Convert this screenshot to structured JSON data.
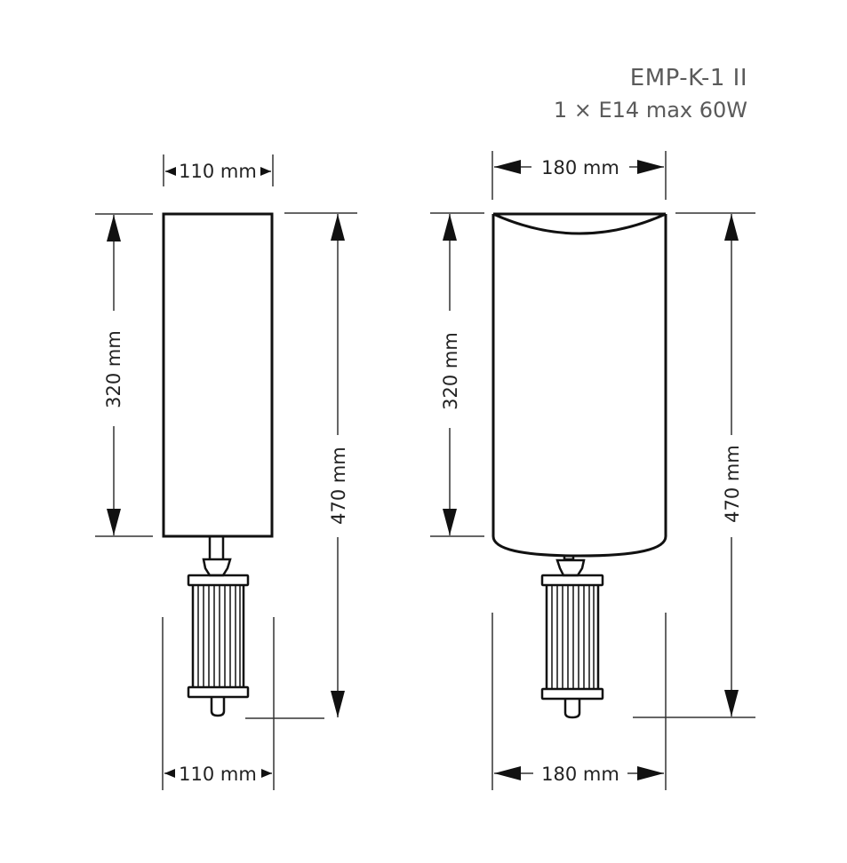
{
  "product": {
    "model": "EMP-K-1  II",
    "spec": "1 × E14 max 60W"
  },
  "side_view": {
    "top_width_label": "110 mm",
    "shade_height_label": "320 mm",
    "total_height_label": "470 mm",
    "bottom_width_label": "110 mm"
  },
  "front_view": {
    "top_width_label": "180 mm",
    "shade_height_label": "320 mm",
    "total_height_label": "470 mm",
    "bottom_width_label": "180 mm"
  },
  "colors": {
    "line": "#1a1a1a",
    "dimension": "#333333",
    "title_text": "#5a5a5a"
  }
}
